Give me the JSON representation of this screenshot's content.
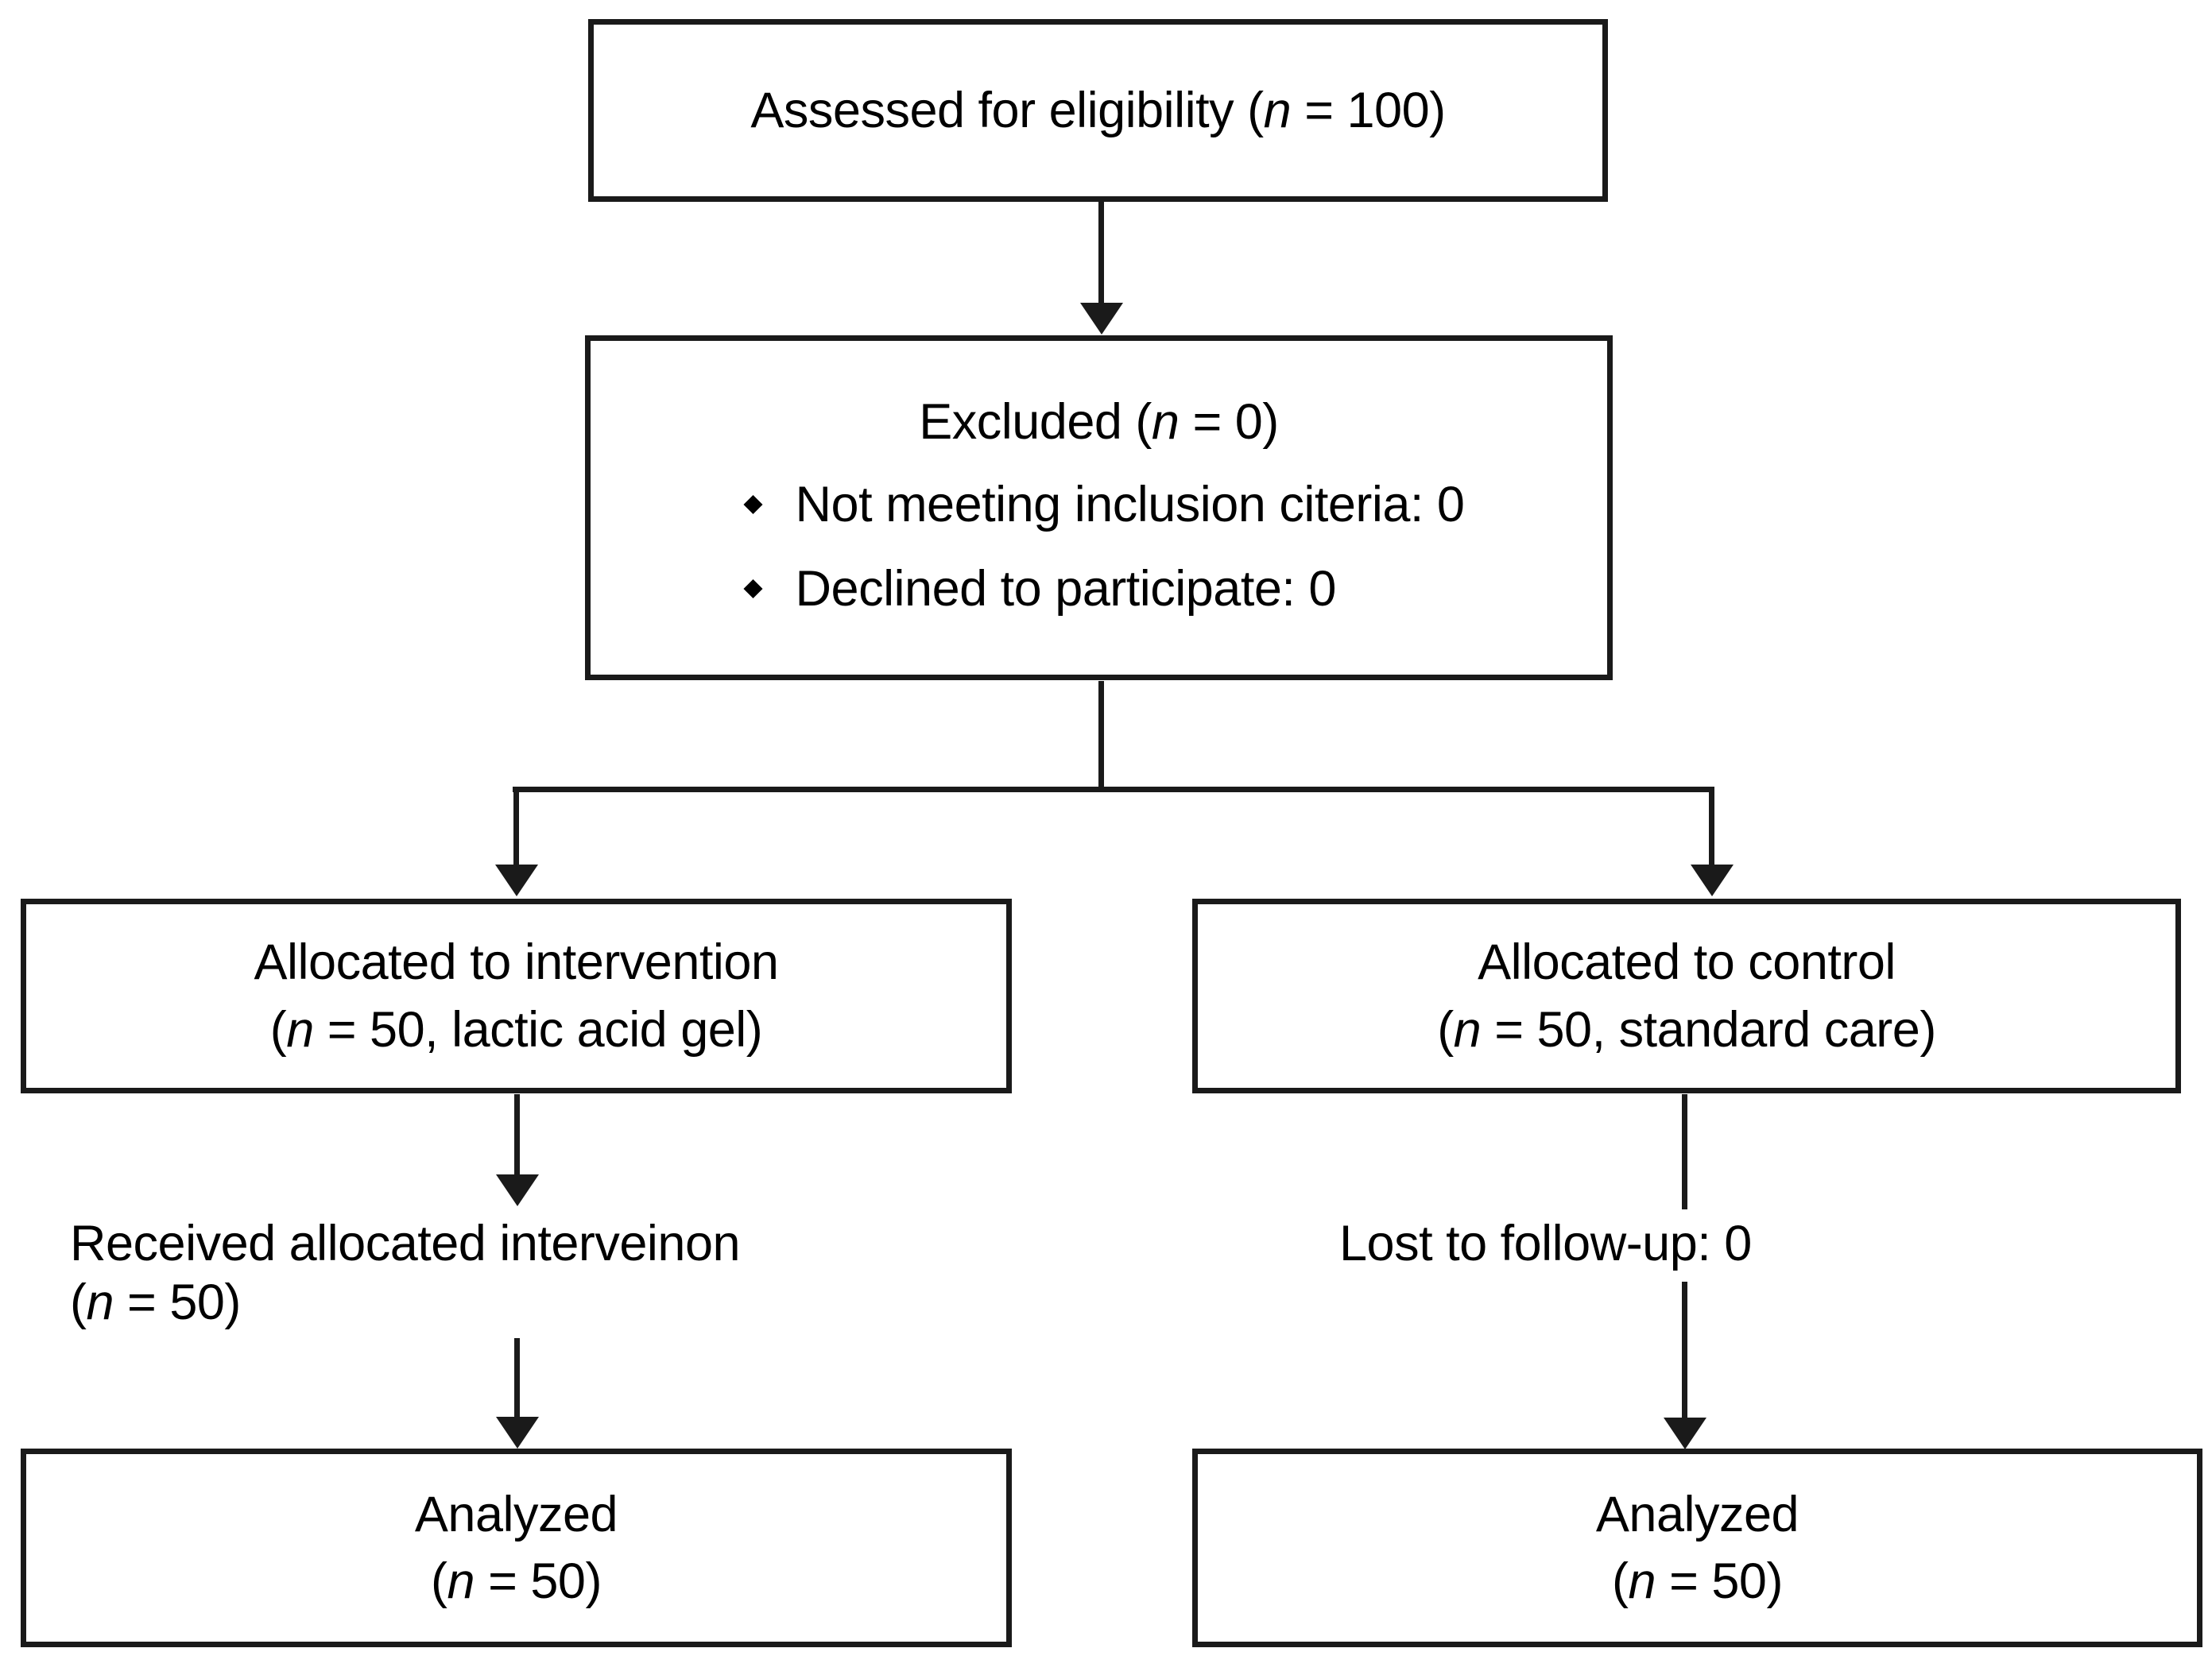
{
  "diagram": {
    "type": "consort-flow-diagram",
    "title": "CONSORT participant flow diagram",
    "accent_color": "#1a1a1a",
    "background_color": "#ffffff"
  },
  "nodes": {
    "assessed": {
      "label_prefix": "Assessed for eligibility (",
      "n_symbol": "n",
      "label_suffix": " = 100)",
      "full_text": "Assessed for eligibility (n = 100)"
    },
    "excluded": {
      "heading_prefix": "Excluded (",
      "n_symbol": "n",
      "heading_suffix": " = 0)",
      "heading_full": "Excluded (n = 0)",
      "bullets": [
        "Not meeting inclusion citeria: 0",
        "Declined to participate: 0"
      ]
    },
    "allocated_intervention": {
      "line1": "Allocated to intervention",
      "line2_prefix": "(",
      "n_symbol": "n",
      "line2_suffix": " = 50, lactic acid gel)",
      "line2_full": "(n = 50, lactic acid gel)"
    },
    "allocated_control": {
      "line1": "Allocated to control",
      "line2_prefix": "(",
      "n_symbol": "n",
      "line2_suffix": " = 50, standard care)",
      "line2_full": "(n = 50, standard care)"
    },
    "received_intervention": {
      "line1": "Received allocated interveinon",
      "line2_prefix": "(",
      "n_symbol": "n",
      "line2_suffix": " = 50)",
      "line2_full": "(n = 50)"
    },
    "lost_to_followup": {
      "line1": "Lost to follow-up: 0"
    },
    "analyzed_left": {
      "line1": "Analyzed",
      "line2_prefix": "(",
      "n_symbol": "n",
      "line2_suffix": " = 50)",
      "line2_full": "(n = 50)"
    },
    "analyzed_right": {
      "line1": "Analyzed",
      "line2_prefix": "(",
      "n_symbol": "n",
      "line2_suffix": " = 50)",
      "line2_full": "(n = 50)"
    }
  }
}
